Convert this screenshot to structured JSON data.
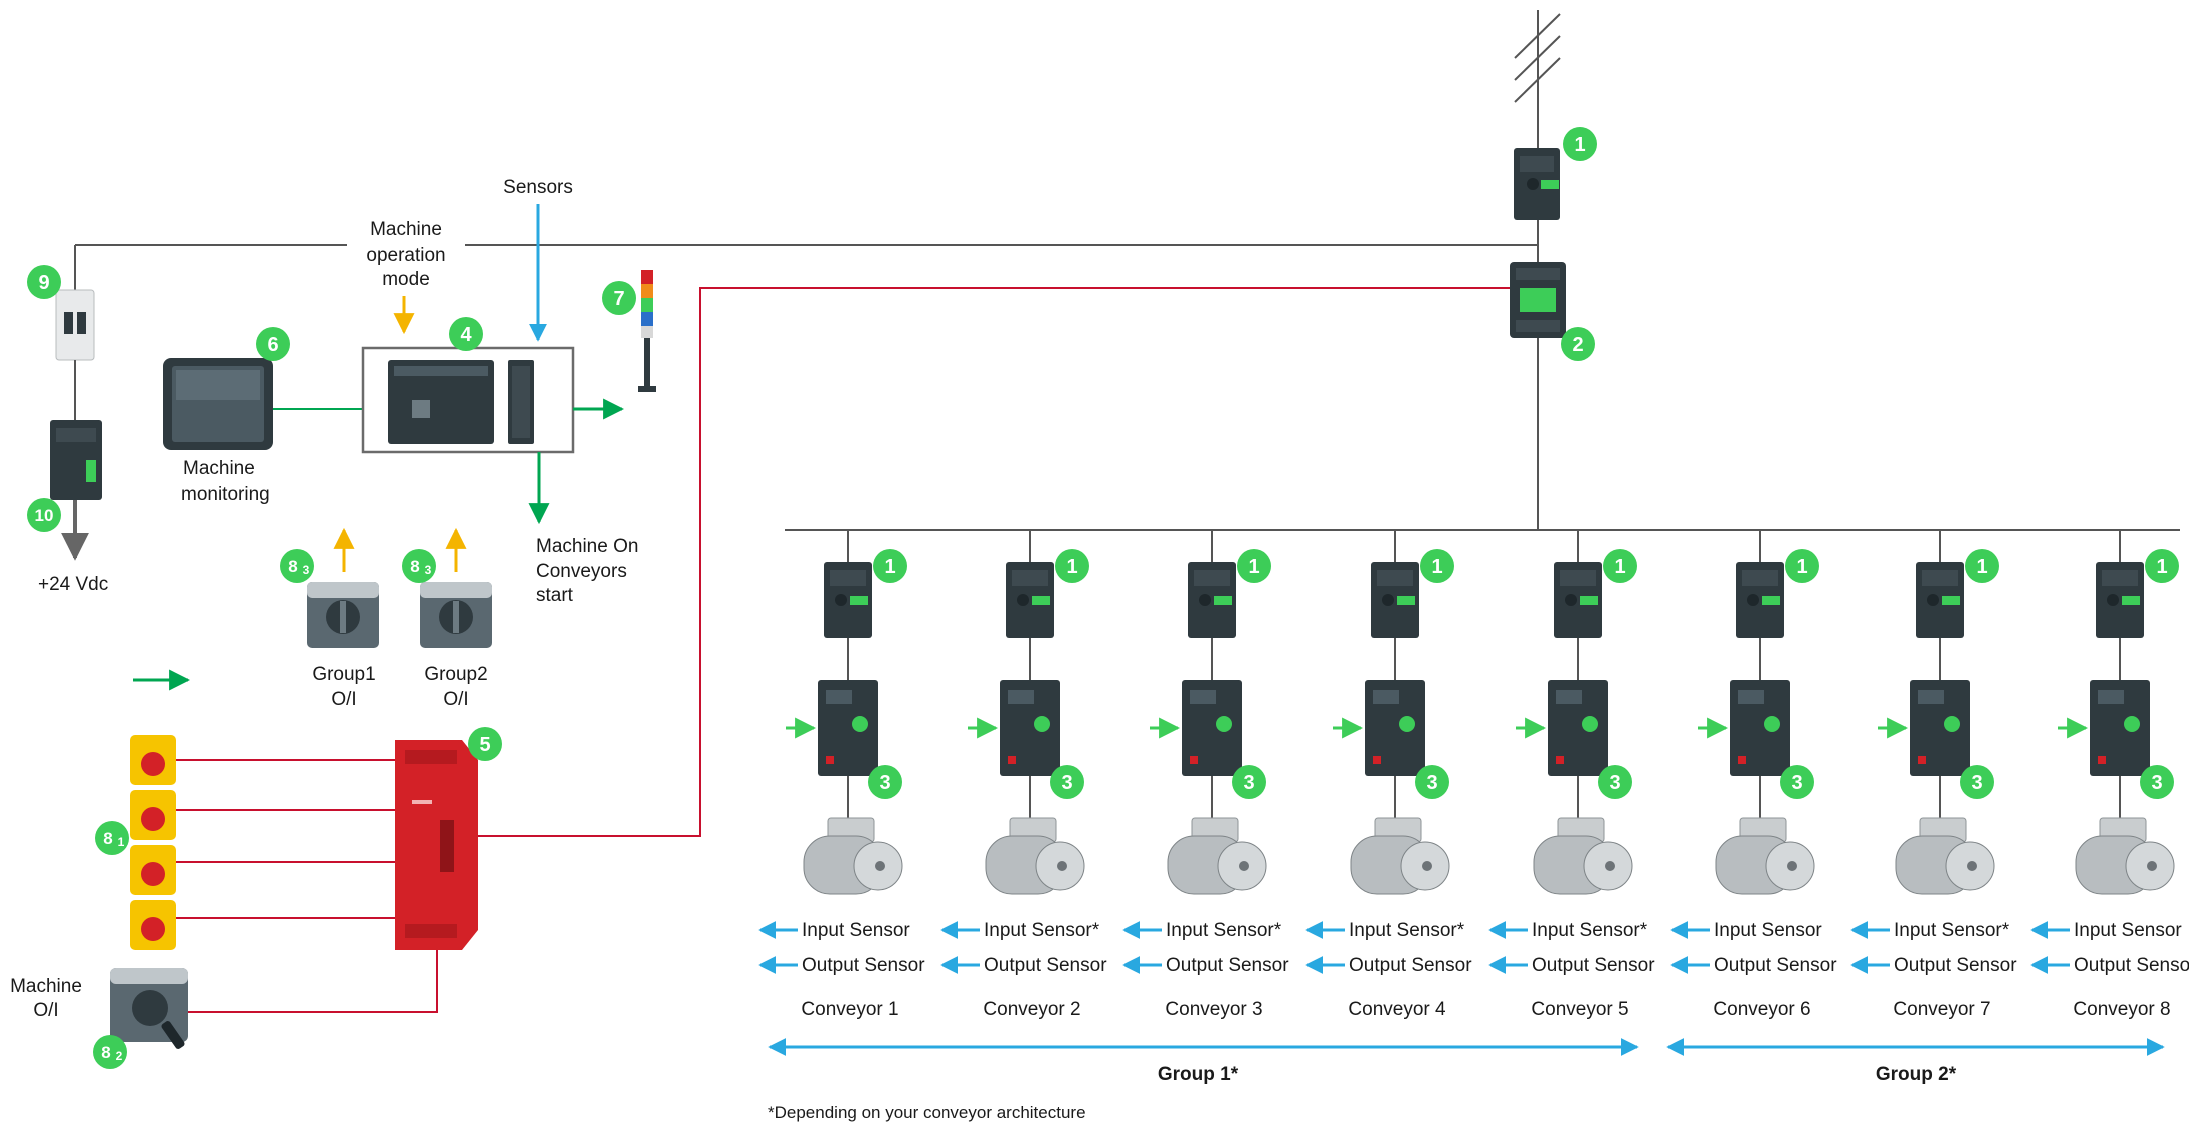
{
  "labels": {
    "machine_operation_mode": [
      "Machine",
      "operation",
      "mode"
    ],
    "sensors": "Sensors",
    "machine_monitoring": [
      "Machine",
      "monitoring"
    ],
    "plus_24vdc": "+24 Vdc",
    "machine_on": [
      "Machine On",
      "Conveyors",
      "start"
    ],
    "group1_oi": [
      "Group1",
      "O/I"
    ],
    "group2_oi": [
      "Group2",
      "O/I"
    ],
    "machine_oi": [
      "Machine",
      "O/I"
    ],
    "group1": "Group 1*",
    "group2": "Group 2*",
    "footnote": "*Depending on your conveyor architecture"
  },
  "badges": {
    "circuit_breaker": "1",
    "contactor": "2",
    "drive": "3",
    "controller": "4",
    "safety_module": "5",
    "hmi": "6",
    "tower_light": "7",
    "selector_group_main": "8",
    "selector_group_sub": "3",
    "emergency_main": "8",
    "emergency_sub": "1",
    "machine_switch_main": "8",
    "machine_switch_sub": "2",
    "breaker": "9",
    "power_supply": "10"
  },
  "conveyors": [
    {
      "name": "Conveyor 1",
      "input": "Input Sensor",
      "output": "Output Sensor"
    },
    {
      "name": "Conveyor 2",
      "input": "Input Sensor*",
      "output": "Output Sensor"
    },
    {
      "name": "Conveyor 3",
      "input": "Input Sensor*",
      "output": "Output Sensor"
    },
    {
      "name": "Conveyor 4",
      "input": "Input Sensor*",
      "output": "Output Sensor"
    },
    {
      "name": "Conveyor 5",
      "input": "Input Sensor*",
      "output": "Output Sensor"
    },
    {
      "name": "Conveyor 6",
      "input": "Input Sensor",
      "output": "Output Sensor"
    },
    {
      "name": "Conveyor 7",
      "input": "Input Sensor*",
      "output": "Output Sensor"
    },
    {
      "name": "Conveyor 8",
      "input": "Input Sensor",
      "output": "Output Sensor"
    }
  ],
  "colors": {
    "badge": "#3dcd58",
    "power_line": "#555555",
    "safety_line": "#c8102e",
    "signal_line": "#00a651",
    "sensor_arrow": "#29a8e0",
    "mode_arrow": "#f4b400",
    "device_body": "#2f3a3f",
    "safety_body": "#d32127"
  }
}
